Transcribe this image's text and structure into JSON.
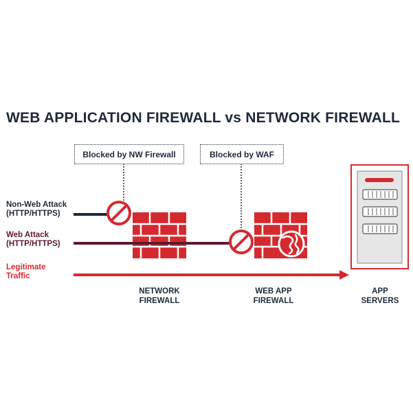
{
  "title": "WEB APPLICATION FIREWALL vs NETWORK FIREWALL",
  "callouts": {
    "nw": "Blocked by NW Firewall",
    "waf": "Blocked by WAF"
  },
  "traffic": {
    "non_web": [
      "Non-Web Attack",
      "(HTTP/HTTPS)"
    ],
    "web": [
      "Web Attack",
      "(HTTP/HTTPS)"
    ],
    "legit": [
      "Legitimate",
      "Traffic"
    ]
  },
  "captions": {
    "network_firewall": [
      "NETWORK",
      "FIREWALL"
    ],
    "web_app_firewall": [
      "WEB APP",
      "FIREWALL"
    ],
    "app_servers": [
      "APP",
      "SERVERS"
    ]
  },
  "colors": {
    "navy": "#1e2a3a",
    "maroon": "#5e1a2c",
    "red": "#d42a2f"
  },
  "icons": [
    "no-entry-icon",
    "brick-wall-icon",
    "globe-icon",
    "server-rack-icon"
  ]
}
